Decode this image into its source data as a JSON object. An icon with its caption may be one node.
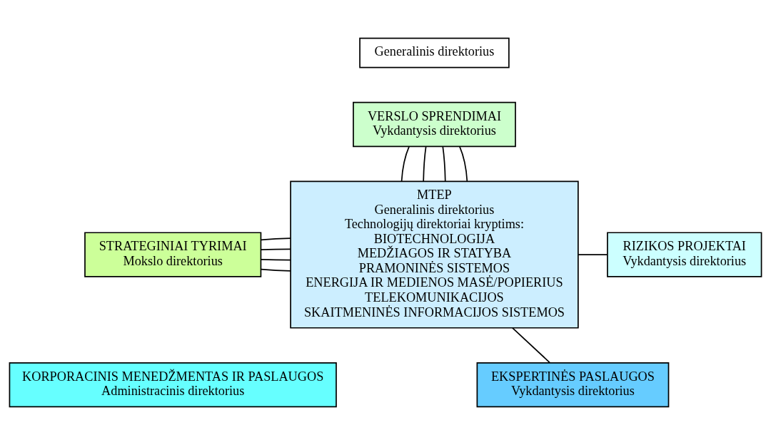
{
  "diagram": {
    "nodes": [
      {
        "text": [
          "Generalinis direktorius"
        ]
      },
      {
        "text": [
          "VERSLO SPRENDIMAI",
          "Vykdantysis direktorius"
        ]
      },
      {
        "text": [
          "MTEP",
          "Generalinis direktorius",
          "Technologijų direktoriai kryptims:",
          "BIOTECHNOLOGIJA",
          "MEDŽIAGOS IR STATYBA",
          "PRAMONINĖS SISTEMOS",
          "ENERGIJA IR MEDIENOS MASĖ/POPIERIUS",
          "TELEKOMUNIKACIJOS",
          "SKAITMENINĖS INFORMACIJOS SISTEMOS"
        ]
      },
      {
        "text": [
          "STRATEGINIAI TYRIMAI",
          "Mokslo direktorius"
        ]
      },
      {
        "text": [
          "KORPORACINIS MENEDŽMENTAS IR PASLAUGOS",
          "Administracinis direktorius"
        ]
      },
      {
        "text": [
          "RIZIKOS PROJEKTAI",
          "Vykdantysis direktorius"
        ]
      },
      {
        "text": [
          "EKSPERTINĖS PASLAUGOS",
          "Vykdantysis direktorius"
        ]
      }
    ],
    "edges": [
      {
        "from": 1,
        "to": 2,
        "arrow": "none"
      },
      {
        "from": 1,
        "to": 2,
        "arrow": "none"
      },
      {
        "from": 1,
        "to": 2,
        "arrow": "none"
      },
      {
        "from": 1,
        "to": 2,
        "arrow": "none"
      },
      {
        "from": 3,
        "to": 2,
        "arrow": "none"
      },
      {
        "from": 3,
        "to": 2,
        "arrow": "none"
      },
      {
        "from": 3,
        "to": 2,
        "arrow": "none"
      },
      {
        "from": 3,
        "to": 2,
        "arrow": "none"
      },
      {
        "from": 2,
        "to": 5,
        "arrow": "none"
      },
      {
        "from": 2,
        "to": 6,
        "arrow": "none"
      }
    ]
  }
}
